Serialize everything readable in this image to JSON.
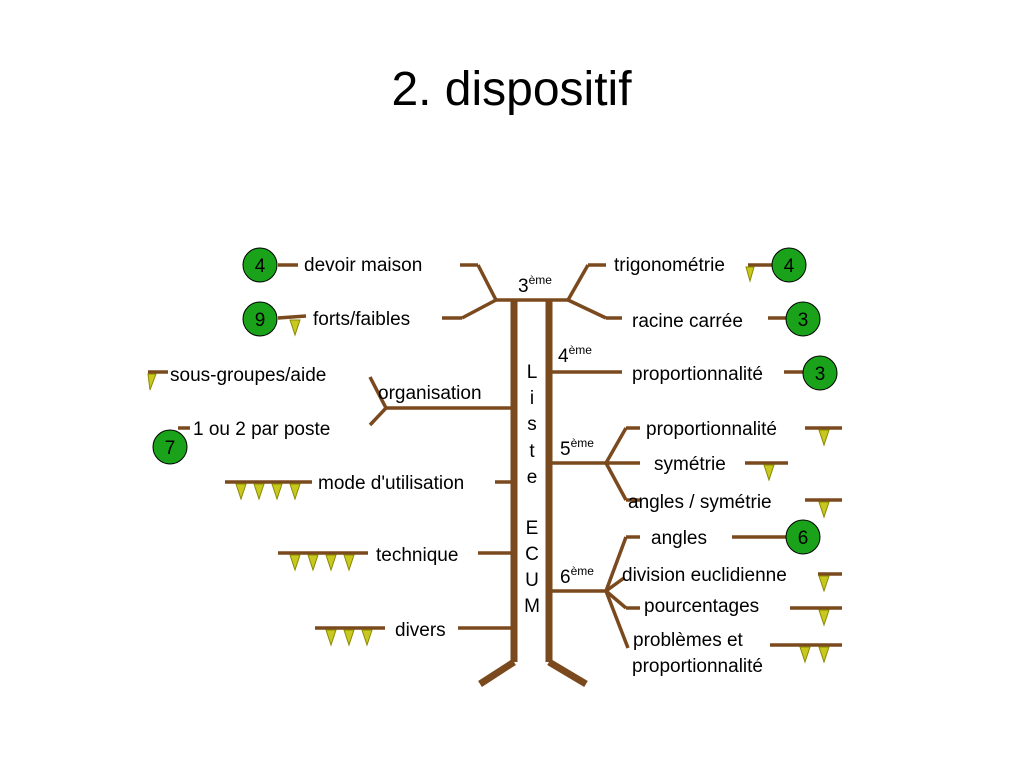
{
  "title": "2. dispositif",
  "trunk_label": [
    "L",
    "i",
    "s",
    "t",
    "e",
    "E",
    "C",
    "U",
    "M"
  ],
  "colors": {
    "branch": "#7a4a1e",
    "badge_fill": "#1aa31a",
    "badge_stroke": "#000000",
    "flag_fill": "#c8c81e",
    "flag_stroke": "#8a8a00"
  },
  "levels": {
    "level_3": {
      "num": "3",
      "sup": "ème"
    },
    "level_4": {
      "num": "4",
      "sup": "ème"
    },
    "level_5": {
      "num": "5",
      "sup": "ème"
    },
    "level_6": {
      "num": "6",
      "sup": "ème"
    }
  },
  "left_items": {
    "devoir_maison": {
      "label": "devoir maison",
      "badge": "4",
      "flags": 0
    },
    "forts_faibles": {
      "label": "forts/faibles",
      "badge": "9",
      "flags": 1
    },
    "organisation": {
      "label": "organisation"
    },
    "sous_groupes": {
      "label": "sous-groupes/aide",
      "flags": 1
    },
    "un_ou_deux": {
      "label": "1 ou 2 par poste",
      "badge": "7"
    },
    "mode_utilisation": {
      "label": "mode d'utilisation",
      "flags": 4
    },
    "technique": {
      "label": "technique",
      "flags": 4
    },
    "divers": {
      "label": "divers",
      "flags": 3
    }
  },
  "right_items": {
    "trigonometrie": {
      "label": "trigonométrie",
      "badge": "4",
      "flags": 1
    },
    "racine_carree": {
      "label": "racine carrée",
      "badge": "3"
    },
    "proportionnalite_4": {
      "label": "proportionnalité",
      "badge": "3"
    },
    "proportionnalite_5": {
      "label": "proportionnalité",
      "flags": 1
    },
    "symetrie": {
      "label": "symétrie",
      "flags": 1
    },
    "angles_symetrie": {
      "label": "angles / symétrie",
      "flags": 1
    },
    "angles": {
      "label": "angles",
      "badge": "6"
    },
    "division": {
      "label": "division euclidienne",
      "flags": 1
    },
    "pourcentages": {
      "label": "pourcentages",
      "flags": 1
    },
    "problemes_line1": {
      "label": "problèmes et"
    },
    "problemes_line2": {
      "label": "proportionnalité",
      "flags": 2
    }
  }
}
